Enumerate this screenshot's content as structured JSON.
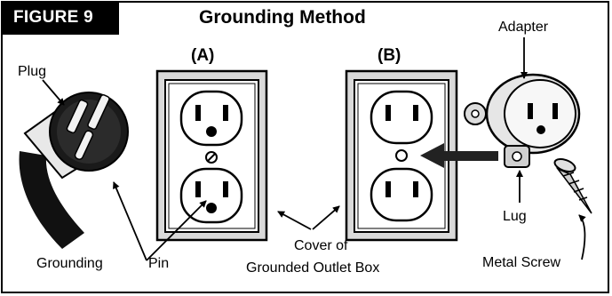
{
  "figure": {
    "tag": "FIGURE 9",
    "title": "Grounding Method"
  },
  "labels": {
    "plug": "Plug",
    "outlet_a": "(A)",
    "outlet_b": "(B)",
    "adapter": "Adapter",
    "lug": "Lug",
    "cover_line1": "Cover of",
    "cover_line2": "Grounded Outlet Box",
    "grounding": "Grounding",
    "pin": "Pin",
    "metal_screw": "Metal Screw"
  }
}
